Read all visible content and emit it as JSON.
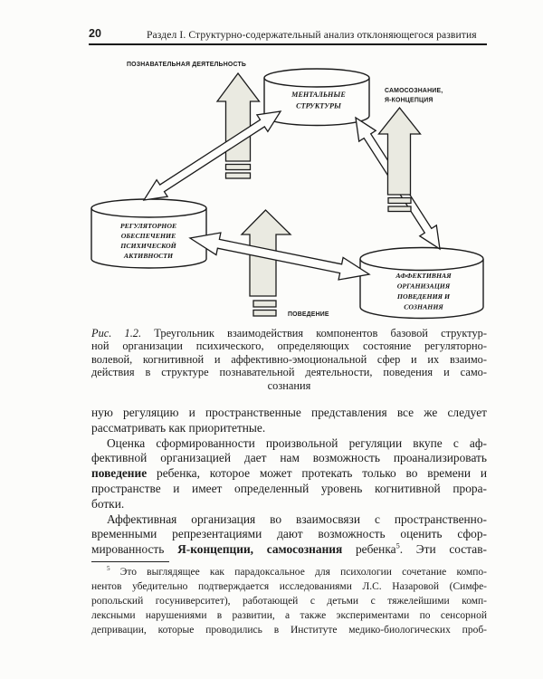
{
  "header": {
    "page_number": "20",
    "title": "Раздел I. Структурно-содержательный анализ отклоняющегося развития"
  },
  "colors": {
    "ink": "#1b1b1b",
    "arrow_fill": "#eaeae1",
    "paper": "#fcfcfa"
  },
  "diagram": {
    "label_cognitive": "ПОЗНАВАТЕЛЬНАЯ ДЕЯТЕЛЬНОСТЬ",
    "label_self_1": "САМОСОЗНАНИЕ,",
    "label_self_2": "Я-КОНЦЕПЦИЯ",
    "label_behavior": "ПОВЕДЕНИЕ",
    "cyl_mental_1": "МЕНТАЛЬНЫЕ",
    "cyl_mental_2": "СТРУКТУРЫ",
    "cyl_reg_1": "РЕГУЛЯТОРНОЕ",
    "cyl_reg_2": "ОБЕСПЕЧЕНИЕ",
    "cyl_reg_3": "ПСИХИЧЕСКОЙ",
    "cyl_reg_4": "АКТИВНОСТИ",
    "cyl_aff_1": "АФФЕКТИВНАЯ",
    "cyl_aff_2": "ОРГАНИЗАЦИЯ",
    "cyl_aff_3": "ПОВЕДЕНИЯ И",
    "cyl_aff_4": "СОЗНАНИЯ"
  },
  "caption": {
    "fig_label": "Рис. 1.2.",
    "line1": "Треугольник взаимодействия компонентов базовой структур-",
    "line2": "ной организации психического, определяющих состояние регуляторно-",
    "line3": "волевой, когнитивной и аффективно-эмоциональной сфер и их взаимо-",
    "line4": "действия в структуре познавательной деятельности, поведения и само-",
    "line5": "сознания"
  },
  "body": {
    "line1": "ную регуляцию и пространственные представления все же следует",
    "line2": "рассматривать как приоритетные.",
    "line3": "Оценка сформированности произвольной регуляции вкупе с аф-",
    "line4": "фективной организацией дает нам возможность проанализировать",
    "line5_bold": "поведение",
    "line5_rest": "ребенка, которое может протекать только во времени и",
    "line6": "пространстве и имеет определенный уровень когнитивной прора-",
    "line7": "ботки.",
    "line8": "Аффективная организация во взаимосвязи с пространственно-",
    "line9": "временными репрезентациями дают возможность оценить сфор-",
    "line10_pre": "мированность",
    "line10_bold": "Я-концепции, самосознания",
    "line10_mid": "ребенка",
    "line10_sup": "5",
    "line10_post": ". Эти состав-"
  },
  "footnote": {
    "sup": "5",
    "line1": "Это выглядящее как парадоксальное для психологии сочетание компо-",
    "line2": "нентов убедительно подтверждается исследованиями Л.С. Назаровой (Симфе-",
    "line3": "ропольский госуниверситет), работающей с детьми с тяжелейшими комп-",
    "line4": "лексными нарушениями в развитии, а также экспериментами по сенсорной",
    "line5": "депривации, которые проводились в Институте медико-биологических проб-"
  }
}
